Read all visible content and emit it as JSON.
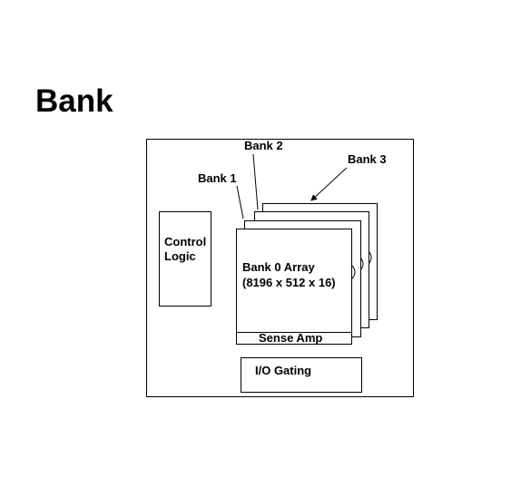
{
  "title": "Bank",
  "diagram": {
    "labels": {
      "bank1": "Bank 1",
      "bank2": "Bank 2",
      "bank3": "Bank 3",
      "control_logic_line1": "Control",
      "control_logic_line2": "Logic",
      "bank0_array_line1": "Bank 0 Array",
      "bank0_array_line2": "(8196 x 512 x 16)",
      "sense_amp": "Sense Amp",
      "io_gating": "I/O Gating"
    },
    "colors": {
      "line": "#000000",
      "background": "#ffffff"
    }
  }
}
